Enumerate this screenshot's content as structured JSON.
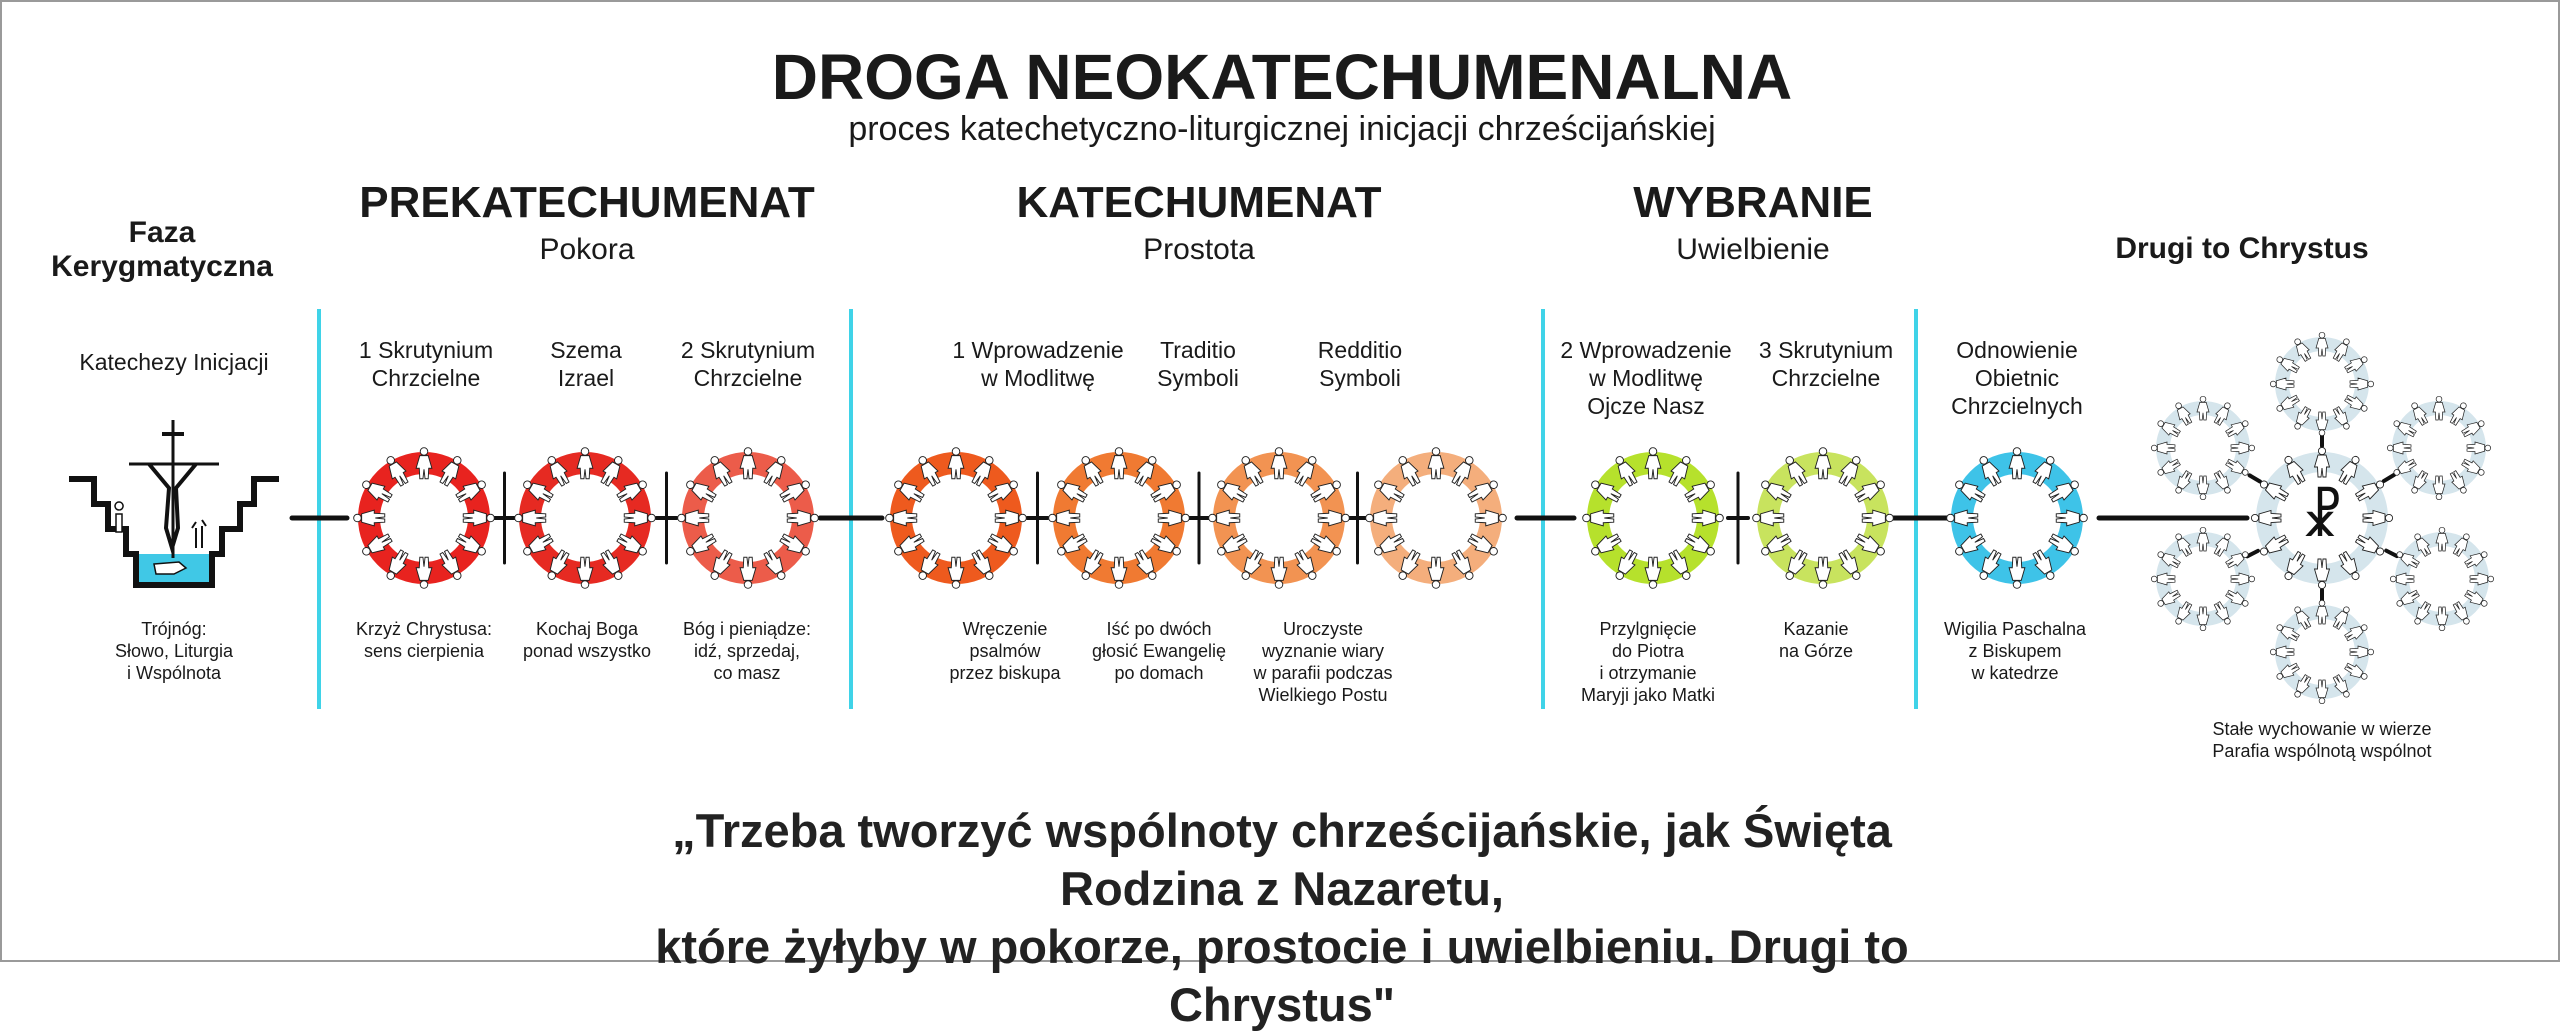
{
  "header": {
    "title": "DROGA NEOKATECHUMENALNA",
    "subtitle": "proces katechetyczno-liturgicznej inicjacji chrześcijańskiej"
  },
  "phases": [
    {
      "title": "Faza\nKerygmatyczna",
      "subtitle": ""
    },
    {
      "title": "PREKATECHUMENAT",
      "subtitle": "Pokora"
    },
    {
      "title": "KATECHUMENAT",
      "subtitle": "Prostota"
    },
    {
      "title": "WYBRANIE",
      "subtitle": "Uwielbienie"
    },
    {
      "title": "Drugi to Chrystus",
      "subtitle": ""
    }
  ],
  "stages": [
    {
      "title": "Katechezy Inicjacji",
      "desc": "Trójnóg:\nSłowo, Liturgia\ni Wspólnota",
      "icon": "baptismal-font-crucifix-icon"
    },
    {
      "title": "1 Skrutynium\nChrzcielne",
      "desc": "Krzyż Chrystusa:\nsens cierpienia",
      "color": "#e8231f"
    },
    {
      "title": "Szema\nIzrael",
      "desc": "Kochaj Boga\nponad wszystko",
      "color": "#e62a22"
    },
    {
      "title": "2 Skrutynium\nChrzcielne",
      "desc": "Bóg i pieniądze:\nidź, sprzedaj,\nco masz",
      "color": "#ec5c4a"
    },
    {
      "title": "1 Wprowadzenie\nw Modlitwę",
      "desc": "Wręczenie\npsalmów\nprzez biskupa",
      "color": "#ee5a1e"
    },
    {
      "title": "Traditio\nSymboli",
      "desc": "Iść po dwóch\ngłosić Ewangelię\npo domach",
      "color": "#f07a32"
    },
    {
      "title": "Redditio\nSymboli",
      "desc": "Uroczyste\nwyznanie wiary\nw parafii podczas\nWielkiego Postu",
      "color": "#f29352"
    },
    {
      "title": "",
      "desc": "",
      "color": "#f4ae7c"
    },
    {
      "title": "2 Wprowadzenie\nw Modlitwę\nOjcze Nasz",
      "desc": "Przylgnięcie\ndo Piotra\ni otrzymanie\nMaryji jako Matki",
      "color": "#b6e12c"
    },
    {
      "title": "3 Skrutynium\nChrzcielne",
      "desc": "Kazanie\nna Górze",
      "color": "#c8e35e"
    },
    {
      "title": "Odnowienie\nObietnic\nChrzcielnych",
      "desc": "Wigilia Paschalna\nz Biskupem\nw katedrze",
      "color": "#3ec3e8"
    }
  ],
  "community": {
    "caption": "Stałe wychowanie w wierze\nParafia wspólnotą wspólnot",
    "ring_color": "#d5e5ec",
    "center_symbol": "☧"
  },
  "quote": "„Trzeba tworzyć wspólnoty chrześcijańskie, jak Święta Rodzina z Nazaretu,\nktóre żyłyby w pokorze, prostocie i uwielbieniu. Drugi to Chrystus\"",
  "colors": {
    "divider": "#3fd3e8"
  }
}
